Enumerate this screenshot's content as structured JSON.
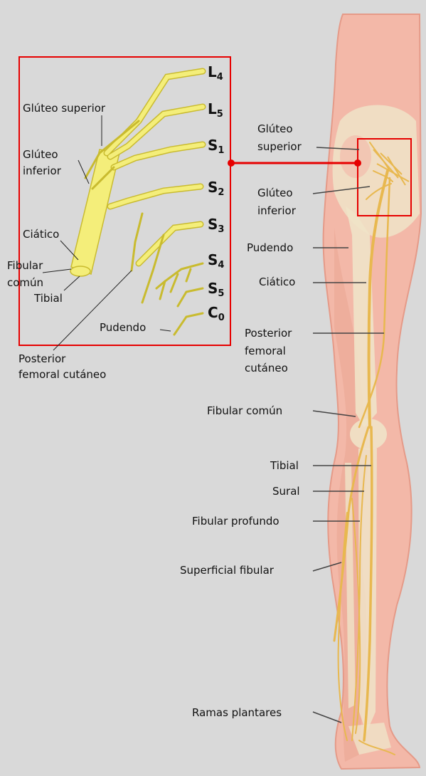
{
  "colors": {
    "background": "#d9d9d9",
    "skin": "#f3b8a8",
    "skin_dark": "#e59a88",
    "bone": "#efe3c8",
    "nerve": "#e8b84f",
    "plexus": "#f4ee7a",
    "plexus_dark": "#c9bb2f",
    "accent_red": "#e60000"
  },
  "plexus_roots": {
    "l4": {
      "letter": "L",
      "sub": "4"
    },
    "l5": {
      "letter": "L",
      "sub": "5"
    },
    "s1": {
      "letter": "S",
      "sub": "1"
    },
    "s2": {
      "letter": "S",
      "sub": "2"
    },
    "s3": {
      "letter": "S",
      "sub": "3"
    },
    "s4": {
      "letter": "S",
      "sub": "4"
    },
    "s5": {
      "letter": "S",
      "sub": "5"
    },
    "c0": {
      "letter": "C",
      "sub": "0"
    }
  },
  "inset_labels": {
    "gluteo_superior": "Glúteo superior",
    "gluteo_inferior_1": "Glúteo",
    "gluteo_inferior_2": "inferior",
    "ciatico": "Ciático",
    "fibular_comun_1": "Fibular",
    "fibular_comun_2": "común",
    "tibial": "Tibial",
    "pudendo": "Pudendo",
    "posterior_femoral_1": "Posterior",
    "posterior_femoral_2": "femoral cutáneo"
  },
  "leg_labels": {
    "gluteo_superior_1": "Glúteo",
    "gluteo_superior_2": "superior",
    "gluteo_inferior_1": "Glúteo",
    "gluteo_inferior_2": "inferior",
    "pudendo": "Pudendo",
    "ciatico": "Ciático",
    "posterior_1": "Posterior",
    "posterior_2": "femoral",
    "posterior_3": "cutáneo",
    "fibular_comun": "Fibular común",
    "tibial": "Tibial",
    "sural": "Sural",
    "fibular_profundo": "Fibular profundo",
    "superficial_fibular": "Superficial fibular",
    "ramas_plantares": "Ramas plantares"
  }
}
